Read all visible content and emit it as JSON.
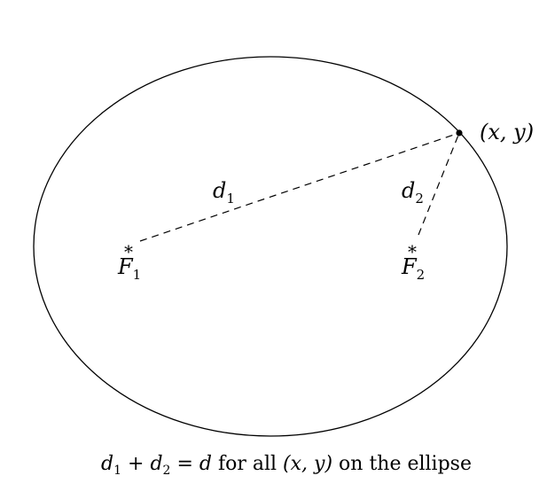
{
  "labels": {
    "point": "(x, y)",
    "d1": {
      "base": "d",
      "sub": "1"
    },
    "d2": {
      "base": "d",
      "sub": "2"
    },
    "f1": {
      "base": "F",
      "sub": "1"
    },
    "f2": {
      "base": "F",
      "sub": "2"
    },
    "focus_marker": "*"
  },
  "caption": {
    "d1": {
      "base": "d",
      "sub": "1"
    },
    "plus": " + ",
    "d2": {
      "base": "d",
      "sub": "2"
    },
    "eq": " = ",
    "d": "d",
    "text1": " for all ",
    "point": "(x, y)",
    "text2": " on the ellipse"
  },
  "colors": {
    "stroke": "#000000",
    "background": "#ffffff"
  }
}
